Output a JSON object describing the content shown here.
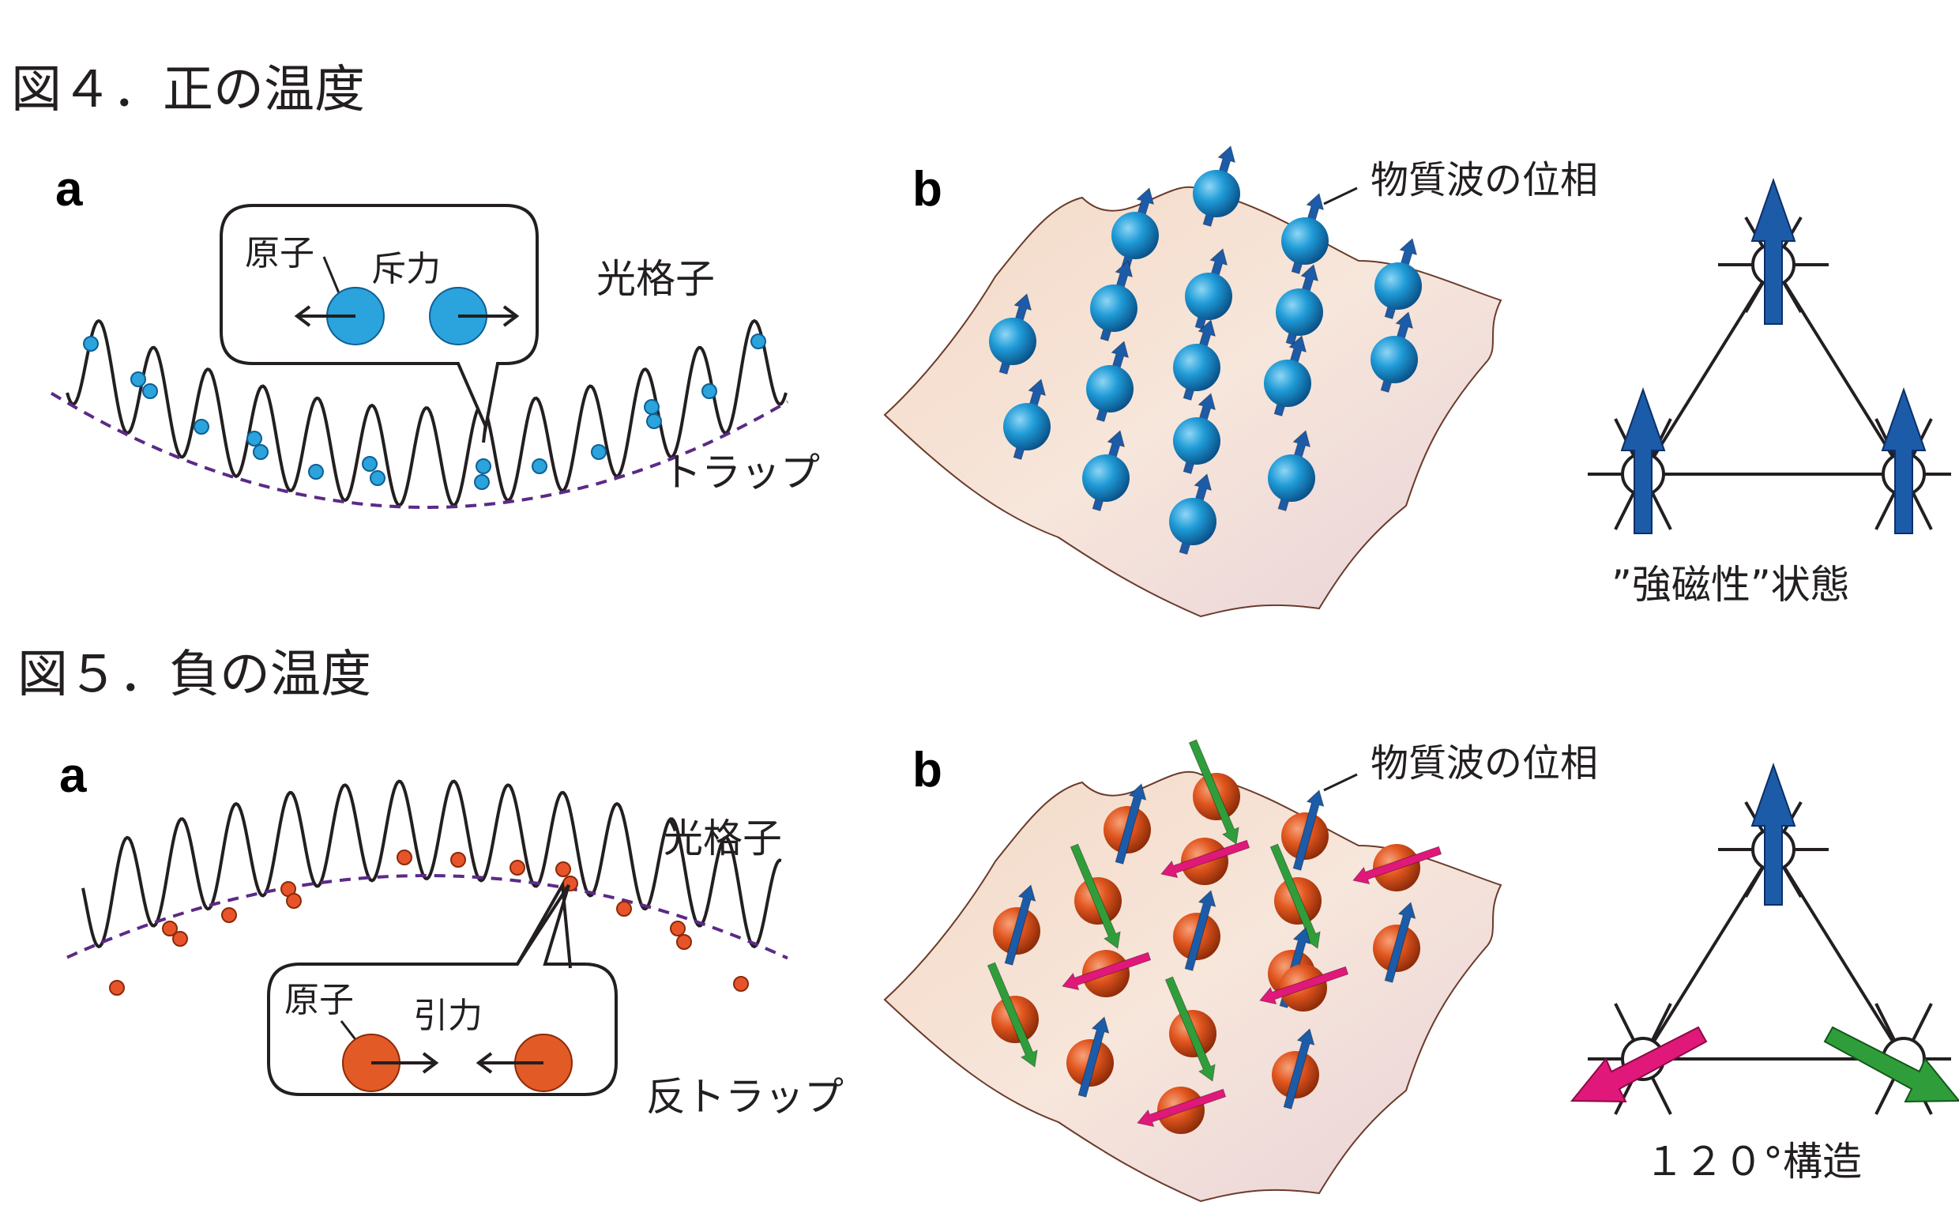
{
  "fig4": {
    "title": "図４．正の温度",
    "panel_a": {
      "label": "a",
      "lattice_label": "光格子",
      "trap_label": "トラップ",
      "bubble_atom_label": "原子",
      "bubble_force_label": "斥力"
    },
    "panel_b": {
      "label": "b",
      "phase_label": "物質波の位相",
      "state_label": "”強磁性”状態"
    }
  },
  "fig5": {
    "title": "図５．負の温度",
    "panel_a": {
      "label": "a",
      "lattice_label": "光格子",
      "trap_label": "反トラップ",
      "bubble_atom_label": "原子",
      "bubble_force_label": "引力"
    },
    "panel_b": {
      "label": "b",
      "phase_label": "物質波の位相",
      "state_label": "１２０°構造"
    }
  },
  "colors": {
    "blue_atom": "#1f9bd7",
    "orange_atom": "#e8542a",
    "spin_blue": "#1c5ba8",
    "spin_magenta": "#e0187a",
    "spin_green": "#2f9e3a",
    "trap_dashed": "#5b2a86"
  }
}
